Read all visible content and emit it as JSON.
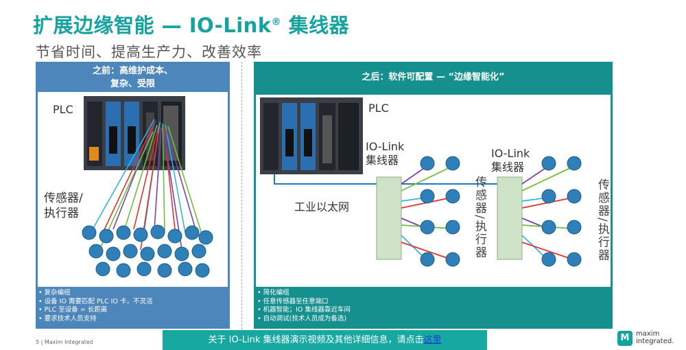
{
  "title_main": "扩展边缘智能 — IO-Link",
  "title_reg": "®",
  "title_suffix": " 集线器",
  "subtitle": "节省时间、提高生产力、改善效率",
  "left_panel": {
    "heading_line1": "之前：高维护成本、",
    "heading_line2": "复杂、受限",
    "plc_label": "PLC",
    "sensor_label_line1": "传感器/",
    "sensor_label_line2": "执行器",
    "bullets": [
      "复杂编组",
      "设备 IO 需要匹配 PLC IO 卡，不灵活",
      "PLC 至设备 = 长距离",
      "要求技术人员支持"
    ]
  },
  "right_panel": {
    "heading": "之后：软件可配置 — “边缘智能化”",
    "plc_label": "PLC",
    "hub1_label_line1": "IO-Link",
    "hub1_label_line2": "集线器",
    "hub2_label_line1": "IO-Link",
    "hub2_label_line2": "集线器",
    "ethernet_label": "工业以太网",
    "sensor_label_mid": "传感器/执行器",
    "sensor_label_right": "传感器/执行器",
    "bullets": [
      "简化编组",
      "任意传感器至任意端口",
      "机器智能；IO 集线器靠近车间",
      "自动调试(技术人员成为备选)"
    ]
  },
  "footer": {
    "page_info": "5  |  Maxim Integrated",
    "banner_text": "关于 IO-Link 集线器演示视频及其他详细信息，请点击",
    "banner_link": "这里",
    "brand_icon": "M",
    "brand_line1": "maxim",
    "brand_line2": "integrated."
  },
  "colors": {
    "title_teal": "#14a3a0",
    "left_panel_blue": "#4d86bb",
    "right_panel_teal": "#15908f",
    "footer_banner": "#18a8a2",
    "link_blue": "#1a3fd8"
  }
}
